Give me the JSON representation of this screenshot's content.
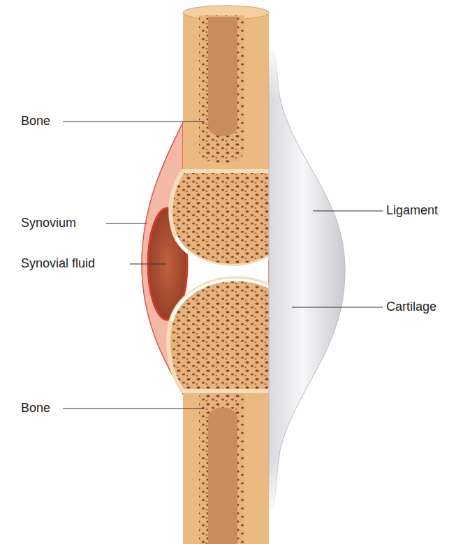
{
  "diagram": {
    "labels": [
      "Bone",
      "Synovium",
      "Synovial fluid",
      "Bone",
      "Ligament",
      "Cartilage"
    ]
  }
}
